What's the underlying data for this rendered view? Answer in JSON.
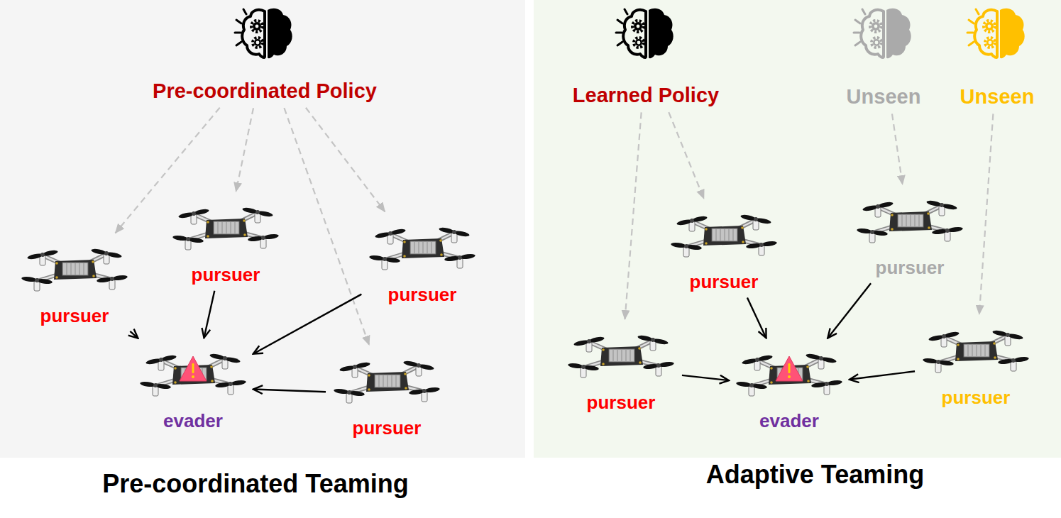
{
  "diagram": {
    "nodes": [
      {
        "text": [
          "Pre-coordinated Teaming"
        ]
      },
      {
        "text": [
          "Pre-coordinated Policy"
        ],
        "in": 0
      },
      {
        "text": [
          "pursuer"
        ],
        "in": 0
      },
      {
        "text": [
          "pursuer"
        ],
        "in": 0
      },
      {
        "text": [
          "pursuer"
        ],
        "in": 0
      },
      {
        "text": [
          "evader"
        ],
        "in": 0
      },
      {
        "text": [
          "pursuer"
        ],
        "in": 0
      },
      {
        "text": [
          "Adaptive Teaming"
        ]
      },
      {
        "text": [
          "Learned Policy"
        ],
        "in": 7
      },
      {
        "text": [
          "Unseen"
        ],
        "in": 7
      },
      {
        "text": [
          "Unseen"
        ],
        "in": 7
      },
      {
        "text": [
          "pursuer"
        ],
        "in": 7
      },
      {
        "text": [
          "pursuer"
        ],
        "in": 7
      },
      {
        "text": [
          "pursuer"
        ],
        "in": 7
      },
      {
        "text": [
          "evader"
        ],
        "in": 7
      },
      {
        "text": [
          "pursuer"
        ],
        "in": 7
      }
    ],
    "edges": [
      {
        "from": 1,
        "to": 2,
        "arrow": "to"
      },
      {
        "from": 1,
        "to": 3,
        "arrow": "to"
      },
      {
        "from": 1,
        "to": 4,
        "arrow": "to"
      },
      {
        "from": 1,
        "to": 6,
        "arrow": "to"
      },
      {
        "from": 2,
        "to": 5,
        "arrow": "to"
      },
      {
        "from": 3,
        "to": 5,
        "arrow": "to"
      },
      {
        "from": 4,
        "to": 5,
        "arrow": "to"
      },
      {
        "from": 6,
        "to": 5,
        "arrow": "to"
      },
      {
        "from": 8,
        "to": 11,
        "arrow": "to"
      },
      {
        "from": 8,
        "to": 13,
        "arrow": "to"
      },
      {
        "from": 9,
        "to": 12,
        "arrow": "to"
      },
      {
        "from": 10,
        "to": 15,
        "arrow": "to"
      },
      {
        "from": 11,
        "to": 14,
        "arrow": "to"
      },
      {
        "from": 12,
        "to": 14,
        "arrow": "to"
      },
      {
        "from": 13,
        "to": 14,
        "arrow": "to"
      },
      {
        "from": 15,
        "to": 14,
        "arrow": "to"
      }
    ]
  }
}
